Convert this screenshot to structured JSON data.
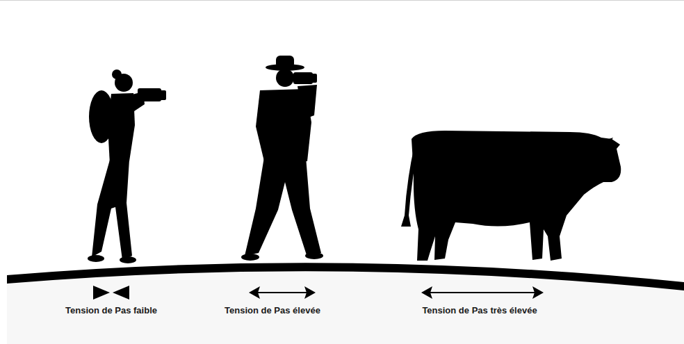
{
  "diagram": {
    "labels": [
      "Tension de Pas faible",
      "Tension de Pas élevée",
      "Tension de Pas très élevée"
    ]
  }
}
